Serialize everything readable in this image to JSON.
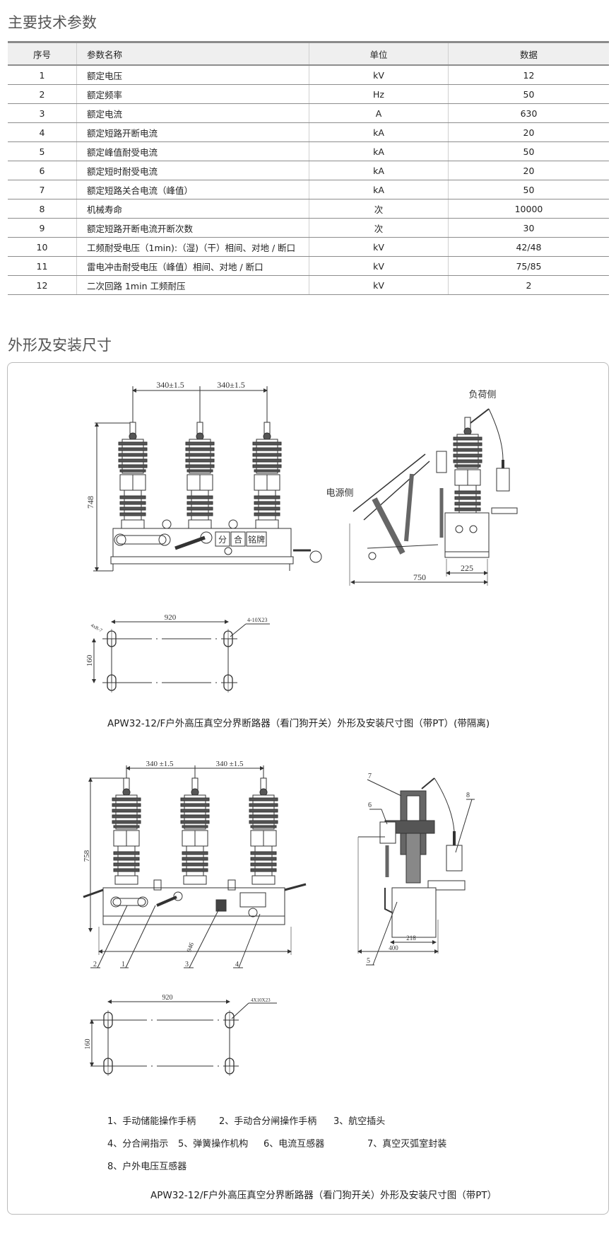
{
  "section1": {
    "title": "主要技术参数"
  },
  "table": {
    "headers": [
      "序号",
      "参数名称",
      "单位",
      "数据"
    ],
    "rows": [
      [
        "1",
        "额定电压",
        "kV",
        "12"
      ],
      [
        "2",
        "额定频率",
        "Hz",
        "50"
      ],
      [
        "3",
        "额定电流",
        "A",
        "630"
      ],
      [
        "4",
        "额定短路开断电流",
        "kA",
        "20"
      ],
      [
        "5",
        "额定峰值耐受电流",
        "kA",
        "50"
      ],
      [
        "6",
        "额定短时耐受电流",
        "kA",
        "20"
      ],
      [
        "7",
        "额定短路关合电流（峰值）",
        "kA",
        "50"
      ],
      [
        "8",
        "机械寿命",
        "次",
        "10000"
      ],
      [
        "9",
        "额定短路开断电流开断次数",
        "次",
        "30"
      ],
      [
        "10",
        "工频耐受电压（1min):（湿)（干）相间、对地 / 断口",
        "kV",
        "42/48"
      ],
      [
        "11",
        "雷电冲击耐受电压（峰值）相间、对地 / 断口",
        "kV",
        "75/85"
      ],
      [
        "12",
        "二次回路 1min 工频耐压",
        "kV",
        "2"
      ]
    ]
  },
  "section2": {
    "title": "外形及安装尺寸"
  },
  "figure1": {
    "dim_pitch_1": "340±1.5",
    "dim_pitch_2": "340±1.5",
    "dim_height": "748",
    "label_open": "分",
    "label_close": "合",
    "label_nameplate": "铭牌",
    "label_load_side": "负荷侧",
    "label_source_side": "电源侧",
    "dim_depth": "750",
    "dim_base": "225",
    "plan_width": "920",
    "plan_depth": "160",
    "plan_holes": "4-10X23",
    "plan_radius": "4xR-7",
    "caption": "APW32-12/F户外高压真空分界断路器（看门狗开关）外形及安装尺寸图（带PT）(带隔离)"
  },
  "figure2": {
    "dim_pitch_1": "340 ±1.5",
    "dim_pitch_2": "340 ±1.5",
    "dim_height": "758",
    "dim_width": "946",
    "dim_base": "218",
    "dim_depth": "400",
    "callouts": [
      "1",
      "2",
      "3",
      "4",
      "5",
      "6",
      "7",
      "8"
    ],
    "plan_width": "920",
    "plan_depth": "160",
    "plan_holes": "4X10X23",
    "legend": [
      "1、手动储能操作手柄",
      "2、手动合分闸操作手柄",
      "3、航空插头",
      "4、分合闸指示",
      "5、弹簧操作机构",
      "6、电流互感器",
      "7、真空灭弧室封装",
      "8、户外电压互感器"
    ],
    "caption": "APW32-12/F户外高压真空分界断路器（看门狗开关）外形及安装尺寸图（带PT）"
  }
}
